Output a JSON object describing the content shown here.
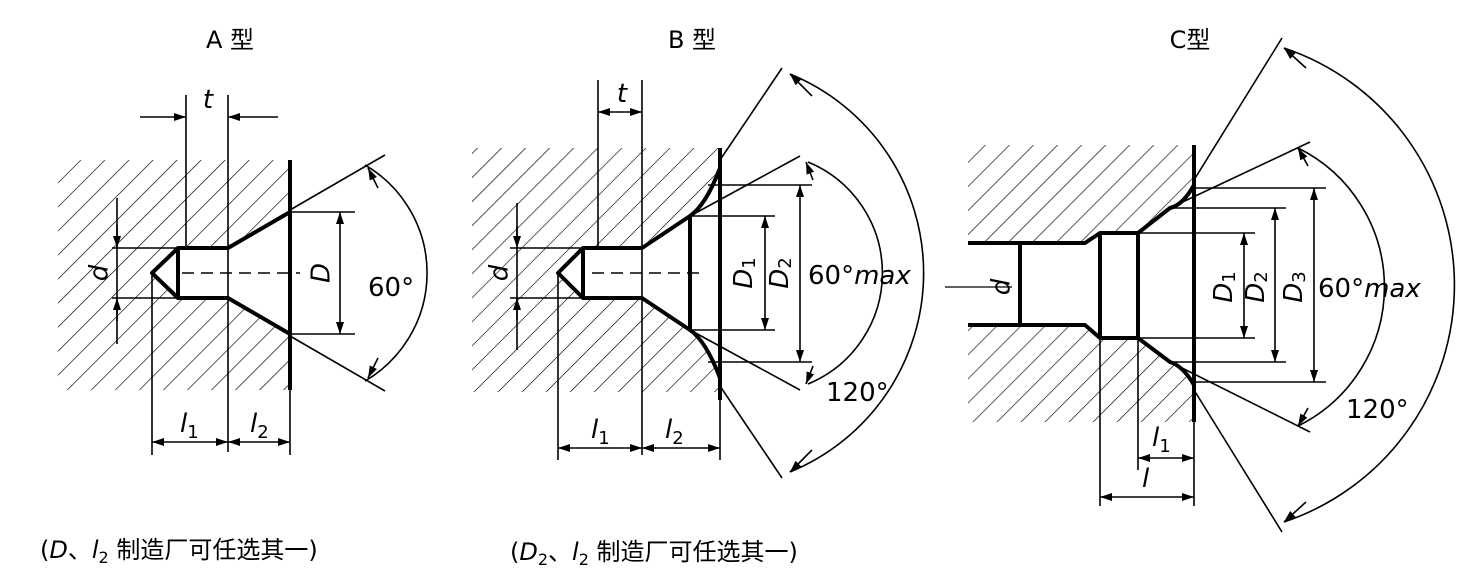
{
  "typeA": {
    "title": "A 型",
    "labels": {
      "t": "t",
      "d": "d",
      "D": "D",
      "angle": "60°",
      "l1": "l",
      "l1_sub": "1",
      "l2": "l",
      "l2_sub": "2"
    },
    "note": "(D、l2 制造厂可任选其一)",
    "note_parts": {
      "open": "(",
      "var1": "D",
      "sep": "、",
      "var2": "l",
      "var2_sub": "2",
      "rest": " 制造厂可任选其一)"
    }
  },
  "typeB": {
    "title": "B 型",
    "labels": {
      "t": "t",
      "d": "d",
      "D1": "D",
      "D1_sub": "1",
      "D2": "D",
      "D2_sub": "2",
      "angle60": "60°",
      "max": "max",
      "angle120": "120°",
      "l1": "l",
      "l1_sub": "1",
      "l2": "l",
      "l2_sub": "2"
    },
    "note": "(D2、l2 制造厂可任选其一)",
    "note_parts": {
      "open": "(",
      "var1": "D",
      "var1_sub": "2",
      "sep": "、",
      "var2": "l",
      "var2_sub": "2",
      "rest": " 制造厂可任选其一)"
    }
  },
  "typeC": {
    "title": "C型",
    "labels": {
      "d": "d",
      "D1": "D",
      "D1_sub": "1",
      "D2": "D",
      "D2_sub": "2",
      "D3": "D",
      "D3_sub": "3",
      "angle60": "60°",
      "max": "max",
      "angle120": "120°",
      "l": "l",
      "l1": "l",
      "l1_sub": "1"
    }
  }
}
